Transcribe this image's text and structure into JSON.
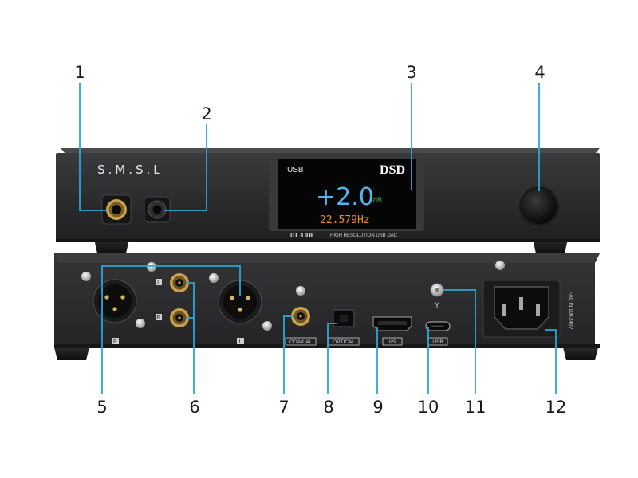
{
  "callouts": [
    "1",
    "2",
    "3",
    "4",
    "5",
    "6",
    "7",
    "8",
    "9",
    "10",
    "11",
    "12"
  ],
  "front": {
    "brand": "S.M.S.L",
    "model_logo": "DL300",
    "model_text": "HIGH RESOLUTION USB DAC",
    "display": {
      "source": "USB",
      "format": "DSD",
      "volume": "+2.0",
      "volume_unit": "dB",
      "sample_rate": "22.579Hz"
    }
  },
  "rear": {
    "xlr_right_label": "R",
    "xlr_left_label": "L",
    "rca_top_label": "L",
    "rca_bottom_label": "R",
    "coaxial_label": "COAXIAL",
    "optical_label": "OPTICAL",
    "iis_label": "I²S",
    "usb_label": "USB",
    "antenna_symbol": "Y",
    "power_label": "~AC IN 100-240V"
  },
  "colors": {
    "callout_line": "#2aa6d8",
    "chassis": "#2a2a2c",
    "display_volume": "#4fb7ee",
    "display_db": "#38c24a",
    "display_rate": "#f08a1e",
    "gold": "#c9a14a"
  }
}
